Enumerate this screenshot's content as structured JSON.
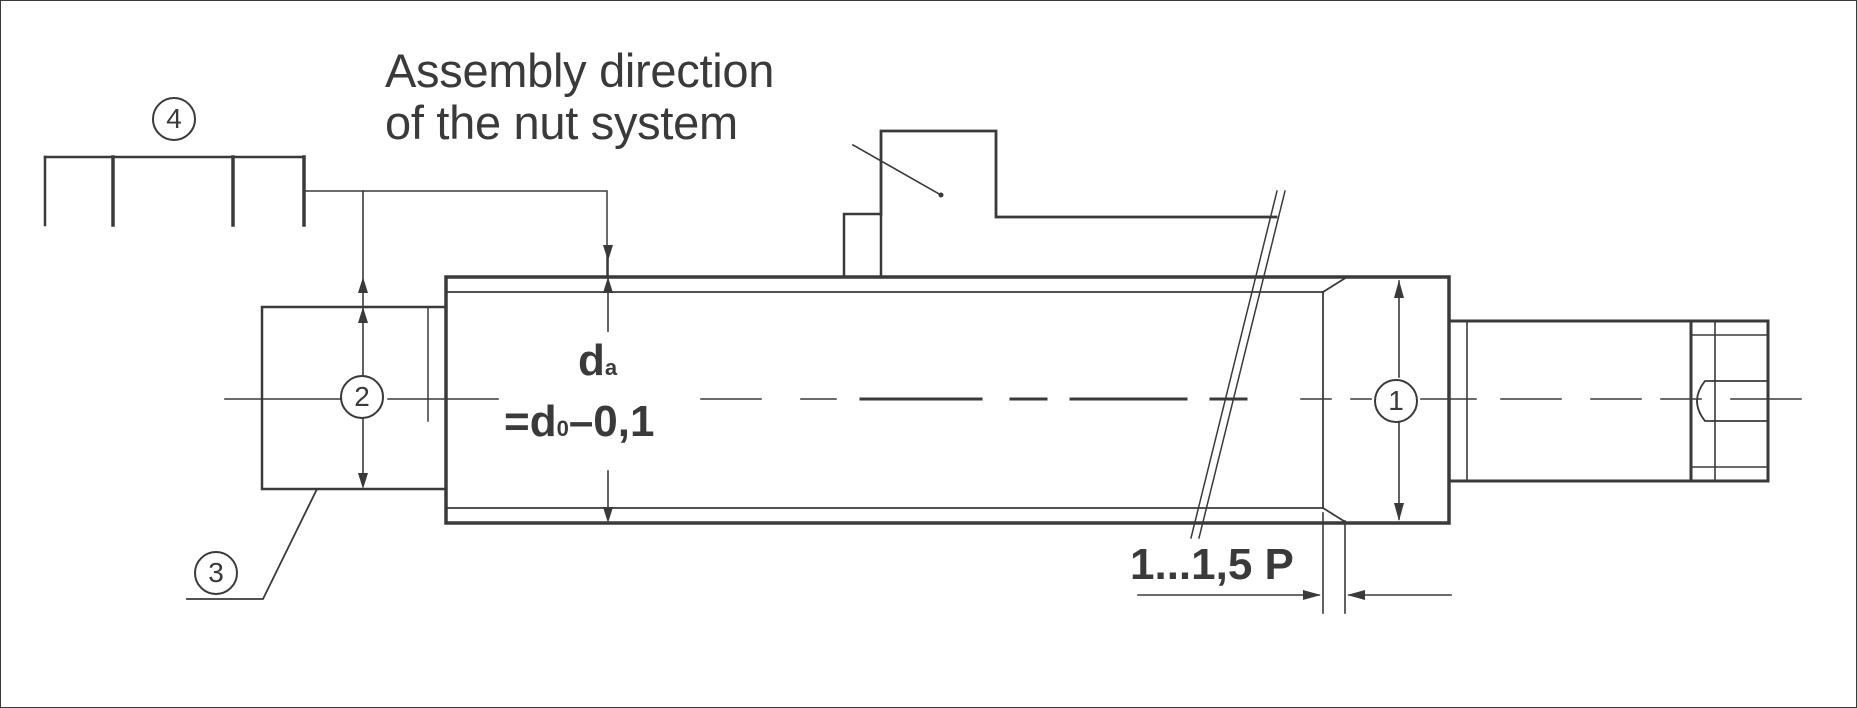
{
  "labels": {
    "assembly_line1": "Assembly direction",
    "assembly_line2": "of the nut system",
    "da_symbol": "d",
    "da_subscript": "a",
    "formula_prefix": "=d",
    "formula_subscript": "0",
    "formula_suffix": "–0,1",
    "thread_length": "1...1,5 P"
  },
  "callouts": {
    "c1": "1",
    "c2": "2",
    "c3": "3",
    "c4": "4"
  },
  "colors": {
    "line": "#3a3a3a",
    "background": "#ffffff"
  }
}
